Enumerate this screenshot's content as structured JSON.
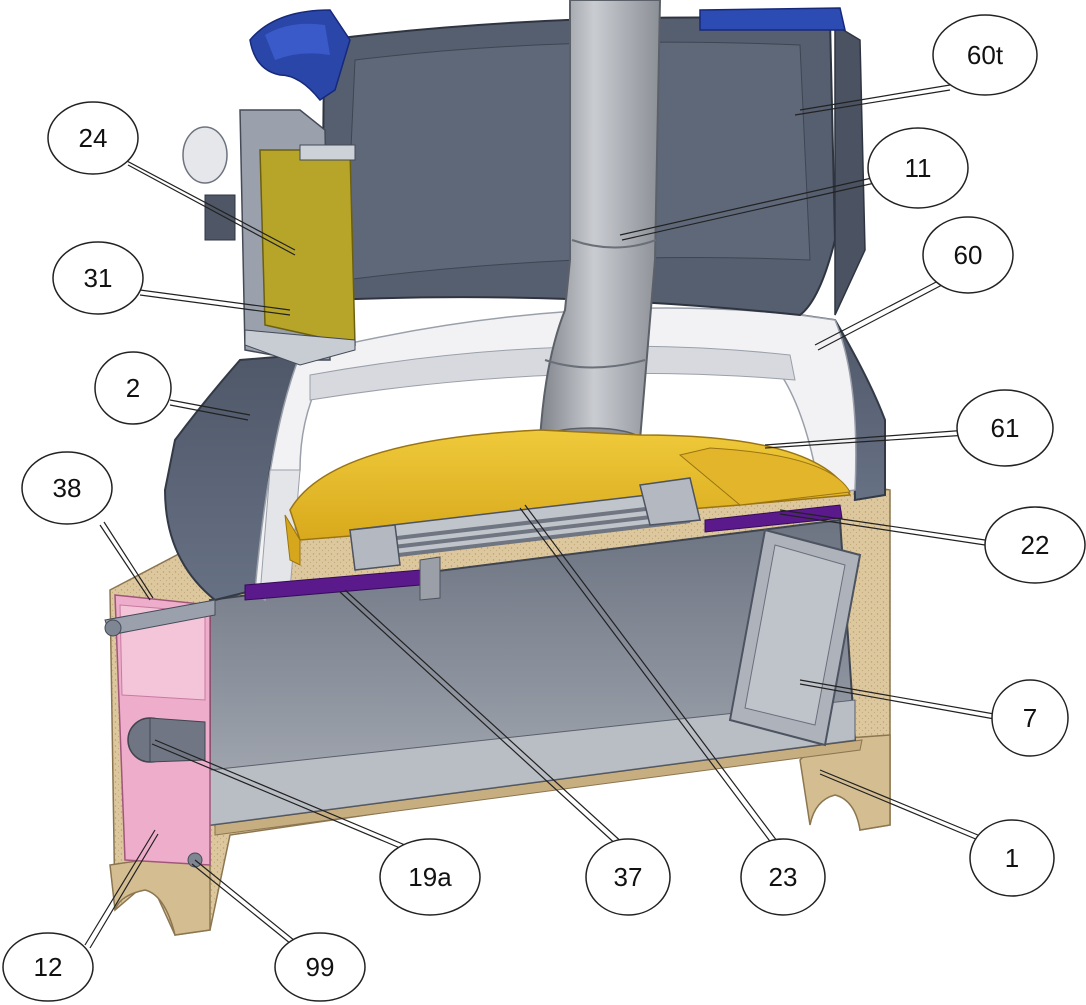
{
  "callouts": [
    {
      "id": "60t",
      "label": "60t"
    },
    {
      "id": "11",
      "label": "11"
    },
    {
      "id": "60",
      "label": "60"
    },
    {
      "id": "61",
      "label": "61"
    },
    {
      "id": "22",
      "label": "22"
    },
    {
      "id": "7",
      "label": "7"
    },
    {
      "id": "1",
      "label": "1"
    },
    {
      "id": "23",
      "label": "23"
    },
    {
      "id": "37",
      "label": "37"
    },
    {
      "id": "19a",
      "label": "19a"
    },
    {
      "id": "99",
      "label": "99"
    },
    {
      "id": "12",
      "label": "12"
    },
    {
      "id": "38",
      "label": "38"
    },
    {
      "id": "2",
      "label": "2"
    },
    {
      "id": "31",
      "label": "31"
    },
    {
      "id": "24",
      "label": "24"
    }
  ],
  "colors": {
    "steel_dark": "#596273",
    "steel_mid": "#7d8593",
    "steel_light": "#a4abb6",
    "insulation_white": "#f2f2f4",
    "refractory_yellow": "#e9bf2a",
    "refractory_yellow_dark": "#c99c18",
    "gasket_purple": "#5b1a8c",
    "base_tan": "#dcc79e",
    "base_tan_dark": "#c2a878",
    "door_pink": "#eeaecb",
    "window_olive": "#b7a52a",
    "lid_blue": "#2a46a8",
    "pipe_gray": "#9a9da3"
  }
}
